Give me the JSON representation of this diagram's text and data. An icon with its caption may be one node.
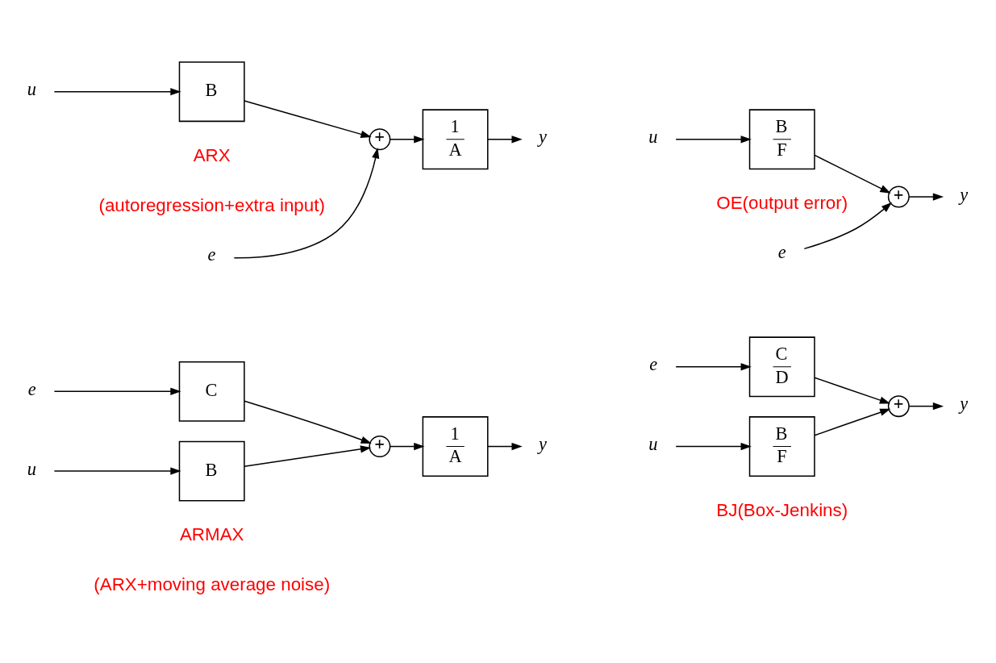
{
  "diagram": {
    "nodes": [
      {
        "text": [
          "u"
        ]
      },
      {
        "text": [
          "B"
        ]
      },
      {
        "text": [
          "e"
        ]
      },
      {
        "text": [
          "+"
        ]
      },
      {
        "text": [
          "1",
          "A"
        ]
      },
      {
        "text": [
          "y"
        ]
      },
      {
        "text": [
          "u"
        ]
      },
      {
        "text": [
          "B",
          "F"
        ]
      },
      {
        "text": [
          "e"
        ]
      },
      {
        "text": [
          "+"
        ]
      },
      {
        "text": [
          "y"
        ]
      },
      {
        "text": [
          "e"
        ]
      },
      {
        "text": [
          "C"
        ]
      },
      {
        "text": [
          "u"
        ]
      },
      {
        "text": [
          "B"
        ]
      },
      {
        "text": [
          "+"
        ]
      },
      {
        "text": [
          "1",
          "A"
        ]
      },
      {
        "text": [
          "y"
        ]
      },
      {
        "text": [
          "e"
        ]
      },
      {
        "text": [
          "C",
          "D"
        ]
      },
      {
        "text": [
          "u"
        ]
      },
      {
        "text": [
          "B",
          "F"
        ]
      },
      {
        "text": [
          "+"
        ]
      },
      {
        "text": [
          "y"
        ]
      }
    ],
    "edges": [
      {
        "from": 0,
        "to": 1,
        "arrow": "to"
      },
      {
        "from": 1,
        "to": 3,
        "arrow": "to"
      },
      {
        "from": 2,
        "to": 3,
        "arrow": "to"
      },
      {
        "from": 3,
        "to": 4,
        "arrow": "to"
      },
      {
        "from": 4,
        "to": 5,
        "arrow": "to"
      },
      {
        "from": 6,
        "to": 7,
        "arrow": "to"
      },
      {
        "from": 7,
        "to": 9,
        "arrow": "to"
      },
      {
        "from": 8,
        "to": 9,
        "arrow": "to"
      },
      {
        "from": 9,
        "to": 10,
        "arrow": "to"
      },
      {
        "from": 11,
        "to": 12,
        "arrow": "to"
      },
      {
        "from": 12,
        "to": 15,
        "arrow": "to"
      },
      {
        "from": 13,
        "to": 14,
        "arrow": "to"
      },
      {
        "from": 14,
        "to": 15,
        "arrow": "to"
      },
      {
        "from": 15,
        "to": 16,
        "arrow": "to"
      },
      {
        "from": 16,
        "to": 17,
        "arrow": "to"
      },
      {
        "from": 18,
        "to": 19,
        "arrow": "to"
      },
      {
        "from": 19,
        "to": 22,
        "arrow": "to"
      },
      {
        "from": 20,
        "to": 21,
        "arrow": "to"
      },
      {
        "from": 21,
        "to": 22,
        "arrow": "to"
      },
      {
        "from": 22,
        "to": 23,
        "arrow": "to"
      }
    ],
    "labels": [
      "ARX",
      "(autoregression+extra input)",
      "OE(output error)",
      "ARMAX",
      "(ARX+moving average noise)",
      "BJ(Box-Jenkins)"
    ]
  }
}
